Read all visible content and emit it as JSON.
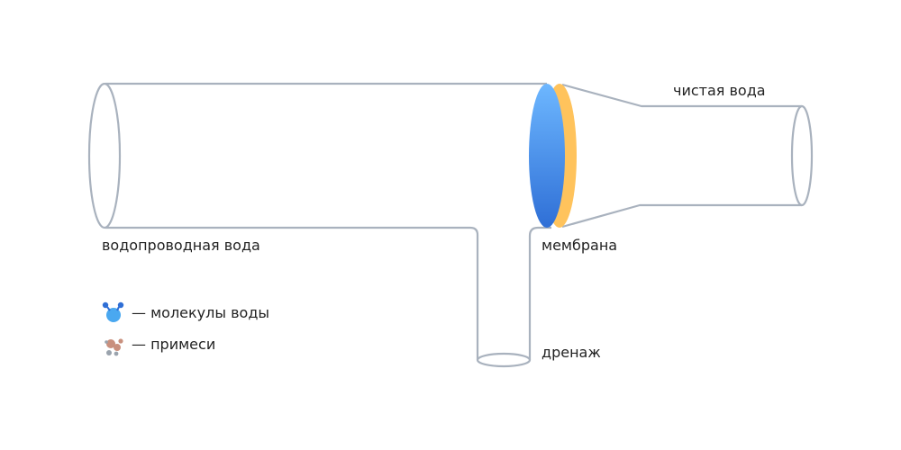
{
  "labels": {
    "tap_water": "водопроводная вода",
    "membrane": "мембрана",
    "clean_water": "чистая вода",
    "drain": "дренаж"
  },
  "legend": [
    {
      "icon": "water-molecule-icon",
      "text": "— молекулы воды"
    },
    {
      "icon": "impurity-particle-icon",
      "text": "— примеси"
    }
  ],
  "colors": {
    "pipe_outline": "#a9b2be",
    "membrane_front_light": "#6db7ff",
    "membrane_front_dark": "#2f6fd6",
    "membrane_edge": "#ffc35c",
    "water_molecule": "#4aa8f0",
    "impurity": "#c9907e",
    "impurity_gray": "#9aa3ad",
    "text": "#222222"
  }
}
